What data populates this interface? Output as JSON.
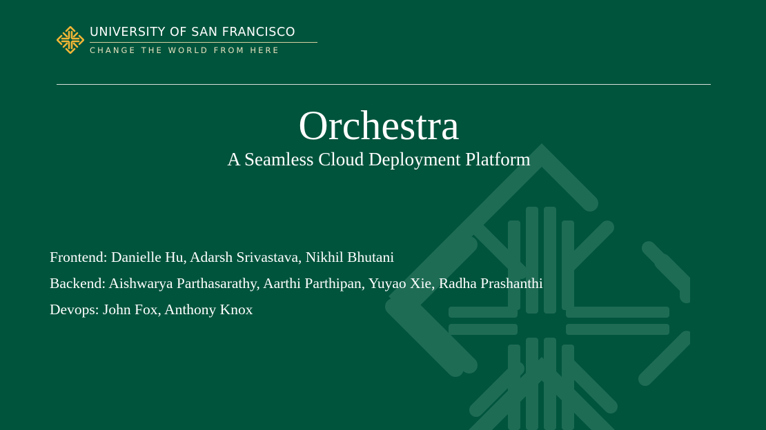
{
  "header": {
    "university_name": "UNIVERSITY OF SAN FRANCISCO",
    "tagline": "CHANGE THE WORLD FROM HERE"
  },
  "slide": {
    "title": "Orchestra",
    "subtitle": "A Seamless Cloud Deployment Platform",
    "team": [
      "Frontend: Danielle Hu, Adarsh Srivastava, Nikhil Bhutani",
      "Backend: Aishwarya Parthasarathy, Aarthi Parthipan, Yuyao Xie, Radha Prashanthi",
      "Devops: John Fox, Anthony Knox"
    ]
  },
  "colors": {
    "background": "#00543c",
    "logo_gold": "#f2b635",
    "watermark": "#2b7660"
  }
}
